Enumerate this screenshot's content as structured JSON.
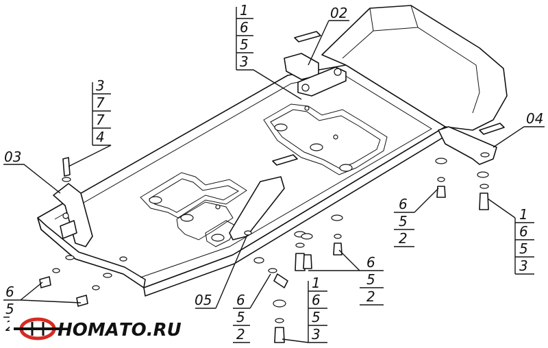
{
  "brand": {
    "name": "НОМАТО.RU",
    "logo_color": "#d62a22"
  },
  "callouts": {
    "top_stack": [
      "1",
      "6",
      "5",
      "3"
    ],
    "left_stack": [
      "3",
      "7",
      "7",
      "4"
    ],
    "right_stack": [
      "6",
      "5",
      "2"
    ],
    "far_right_stack": [
      "1",
      "6",
      "5",
      "3"
    ],
    "center_stack": [
      "6",
      "5",
      "2"
    ],
    "bottom_mid_stack": [
      "6",
      "5",
      "2"
    ],
    "bottom_center_stack": [
      "1",
      "6",
      "5",
      "3"
    ],
    "bottom_left_stack": [
      "6",
      "5",
      "2"
    ]
  },
  "parts": {
    "p02": "02",
    "p03": "03",
    "p04": "04",
    "p05": "05"
  }
}
